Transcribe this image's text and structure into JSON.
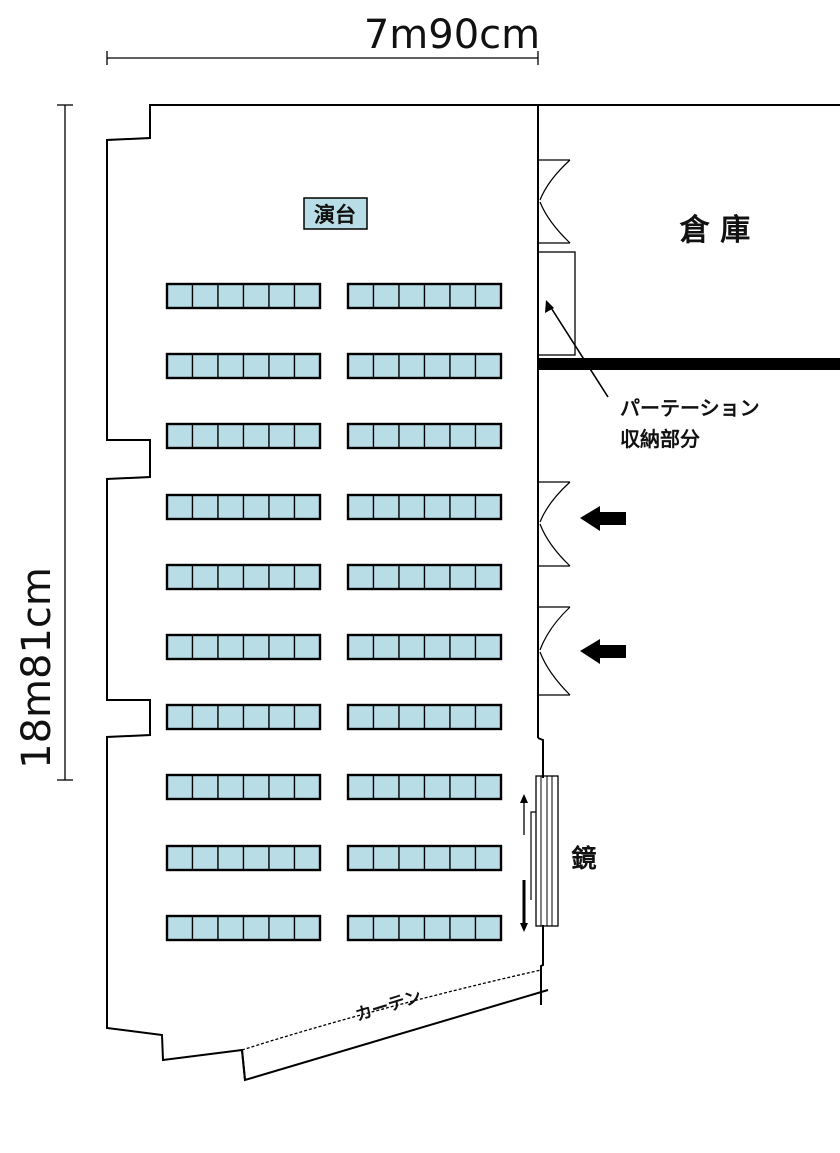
{
  "dimensions": {
    "width_label": "7m90cm",
    "height_label": "18m81cm"
  },
  "room_labels": {
    "stage": "演台",
    "storage": "倉 庫",
    "partition_line1": "パーテーション",
    "partition_line2": "収納部分",
    "mirror": "鏡",
    "curtain": "カーテン"
  },
  "seating": {
    "rows": 10,
    "blocks_per_row": 2,
    "cells_per_block": 6
  },
  "entrance_arrows": 2,
  "colors": {
    "desk_fill": "#b9dde6",
    "line": "#000000",
    "background": "#ffffff"
  }
}
